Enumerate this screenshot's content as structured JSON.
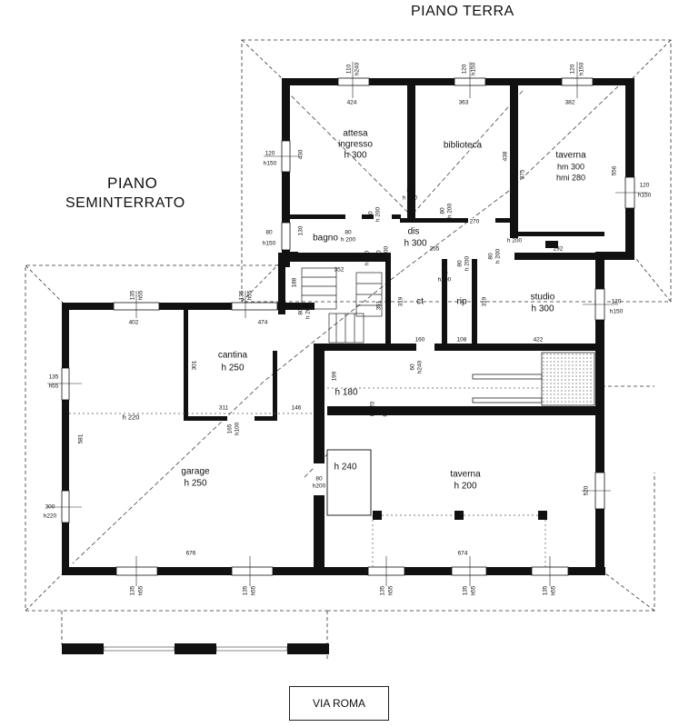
{
  "titles": {
    "ground_floor": "PIANO TERRA",
    "basement_line1": "PIANO",
    "basement_line2": "SEMINTERRATO",
    "street": "VIA ROMA"
  },
  "rooms": {
    "attesa": "attesa",
    "ingresso": "ingresso",
    "attesa_h": "h 300",
    "biblioteca": "biblioteca",
    "taverna_top": "taverna",
    "taverna_top_h1": "hm 300",
    "taverna_top_h2": "hmi 280",
    "bagno": "bagno",
    "dis": "dis",
    "dis_h": "h 300",
    "ct": "ct",
    "rip": "rip",
    "studio": "studio",
    "studio_h": "h 300",
    "cantina": "cantina",
    "cantina_h": "h 250",
    "h180": "h 180",
    "h220": "h 220",
    "garage": "garage",
    "garage_h": "h 250",
    "h240": "h 240",
    "taverna_bottom": "taverna",
    "taverna_bottom_h": "h 200"
  },
  "dims": {
    "d424": "424",
    "d363": "363",
    "d382": "382",
    "d110": "110",
    "d240": "h240",
    "d120a": "120",
    "d150a": "h150",
    "d120b": "120",
    "d150b": "h150",
    "d120c": "120",
    "d150c": "h150",
    "d120d": "120",
    "d150d": "h150",
    "d120e": "120",
    "d150e": "h150",
    "d430": "430",
    "d438": "438",
    "d375": "375",
    "d556": "556",
    "d80a": "80",
    "d200a": "h 200",
    "d80b": "80",
    "d200b": "h 200",
    "d80c": "80",
    "d200c": "h 200",
    "d80d": "80",
    "d200d": "h 200",
    "d80e": "80",
    "d200e": "h 200",
    "d80f": "80",
    "d200f": "h 200",
    "d80g": "80",
    "d200g": "h 200",
    "d80h": "80",
    "d200h": "h 200",
    "d80i": "80",
    "d200i": "h 200",
    "d80j": "80",
    "d200j": "h 200",
    "d130": "130",
    "d150f": "h150",
    "d80k": "80",
    "d270": "270",
    "d255": "255",
    "d292": "292",
    "d352": "352",
    "d188": "188",
    "d75": "75",
    "d200k": "h200",
    "d319a": "319",
    "d319b": "319",
    "d351": "351",
    "d160": "160",
    "d108": "108",
    "d422": "422",
    "d135a": "135",
    "d55a": "h55",
    "d135b": "135",
    "d55b": "h55",
    "d135c": "135",
    "d55c": "h55",
    "d402": "402",
    "d474": "474",
    "d301": "301",
    "d311": "311",
    "d146": "146",
    "d165": "165",
    "d100": "h100",
    "d60": "60",
    "d240b": "h240",
    "d199": "199",
    "d67": "67",
    "d120f": "h 120",
    "d581": "581",
    "d300": "300",
    "d220": "h220",
    "d676": "676",
    "d674": "674",
    "d520": "520",
    "d80l": "80",
    "d200l": "h200",
    "d135d": "135",
    "d55d": "h55",
    "d135e": "135",
    "d55e": "h55",
    "d135f": "135",
    "d55f": "h55",
    "d135g": "135",
    "d55g": "h55",
    "d135h": "135",
    "d55h": "h55"
  }
}
